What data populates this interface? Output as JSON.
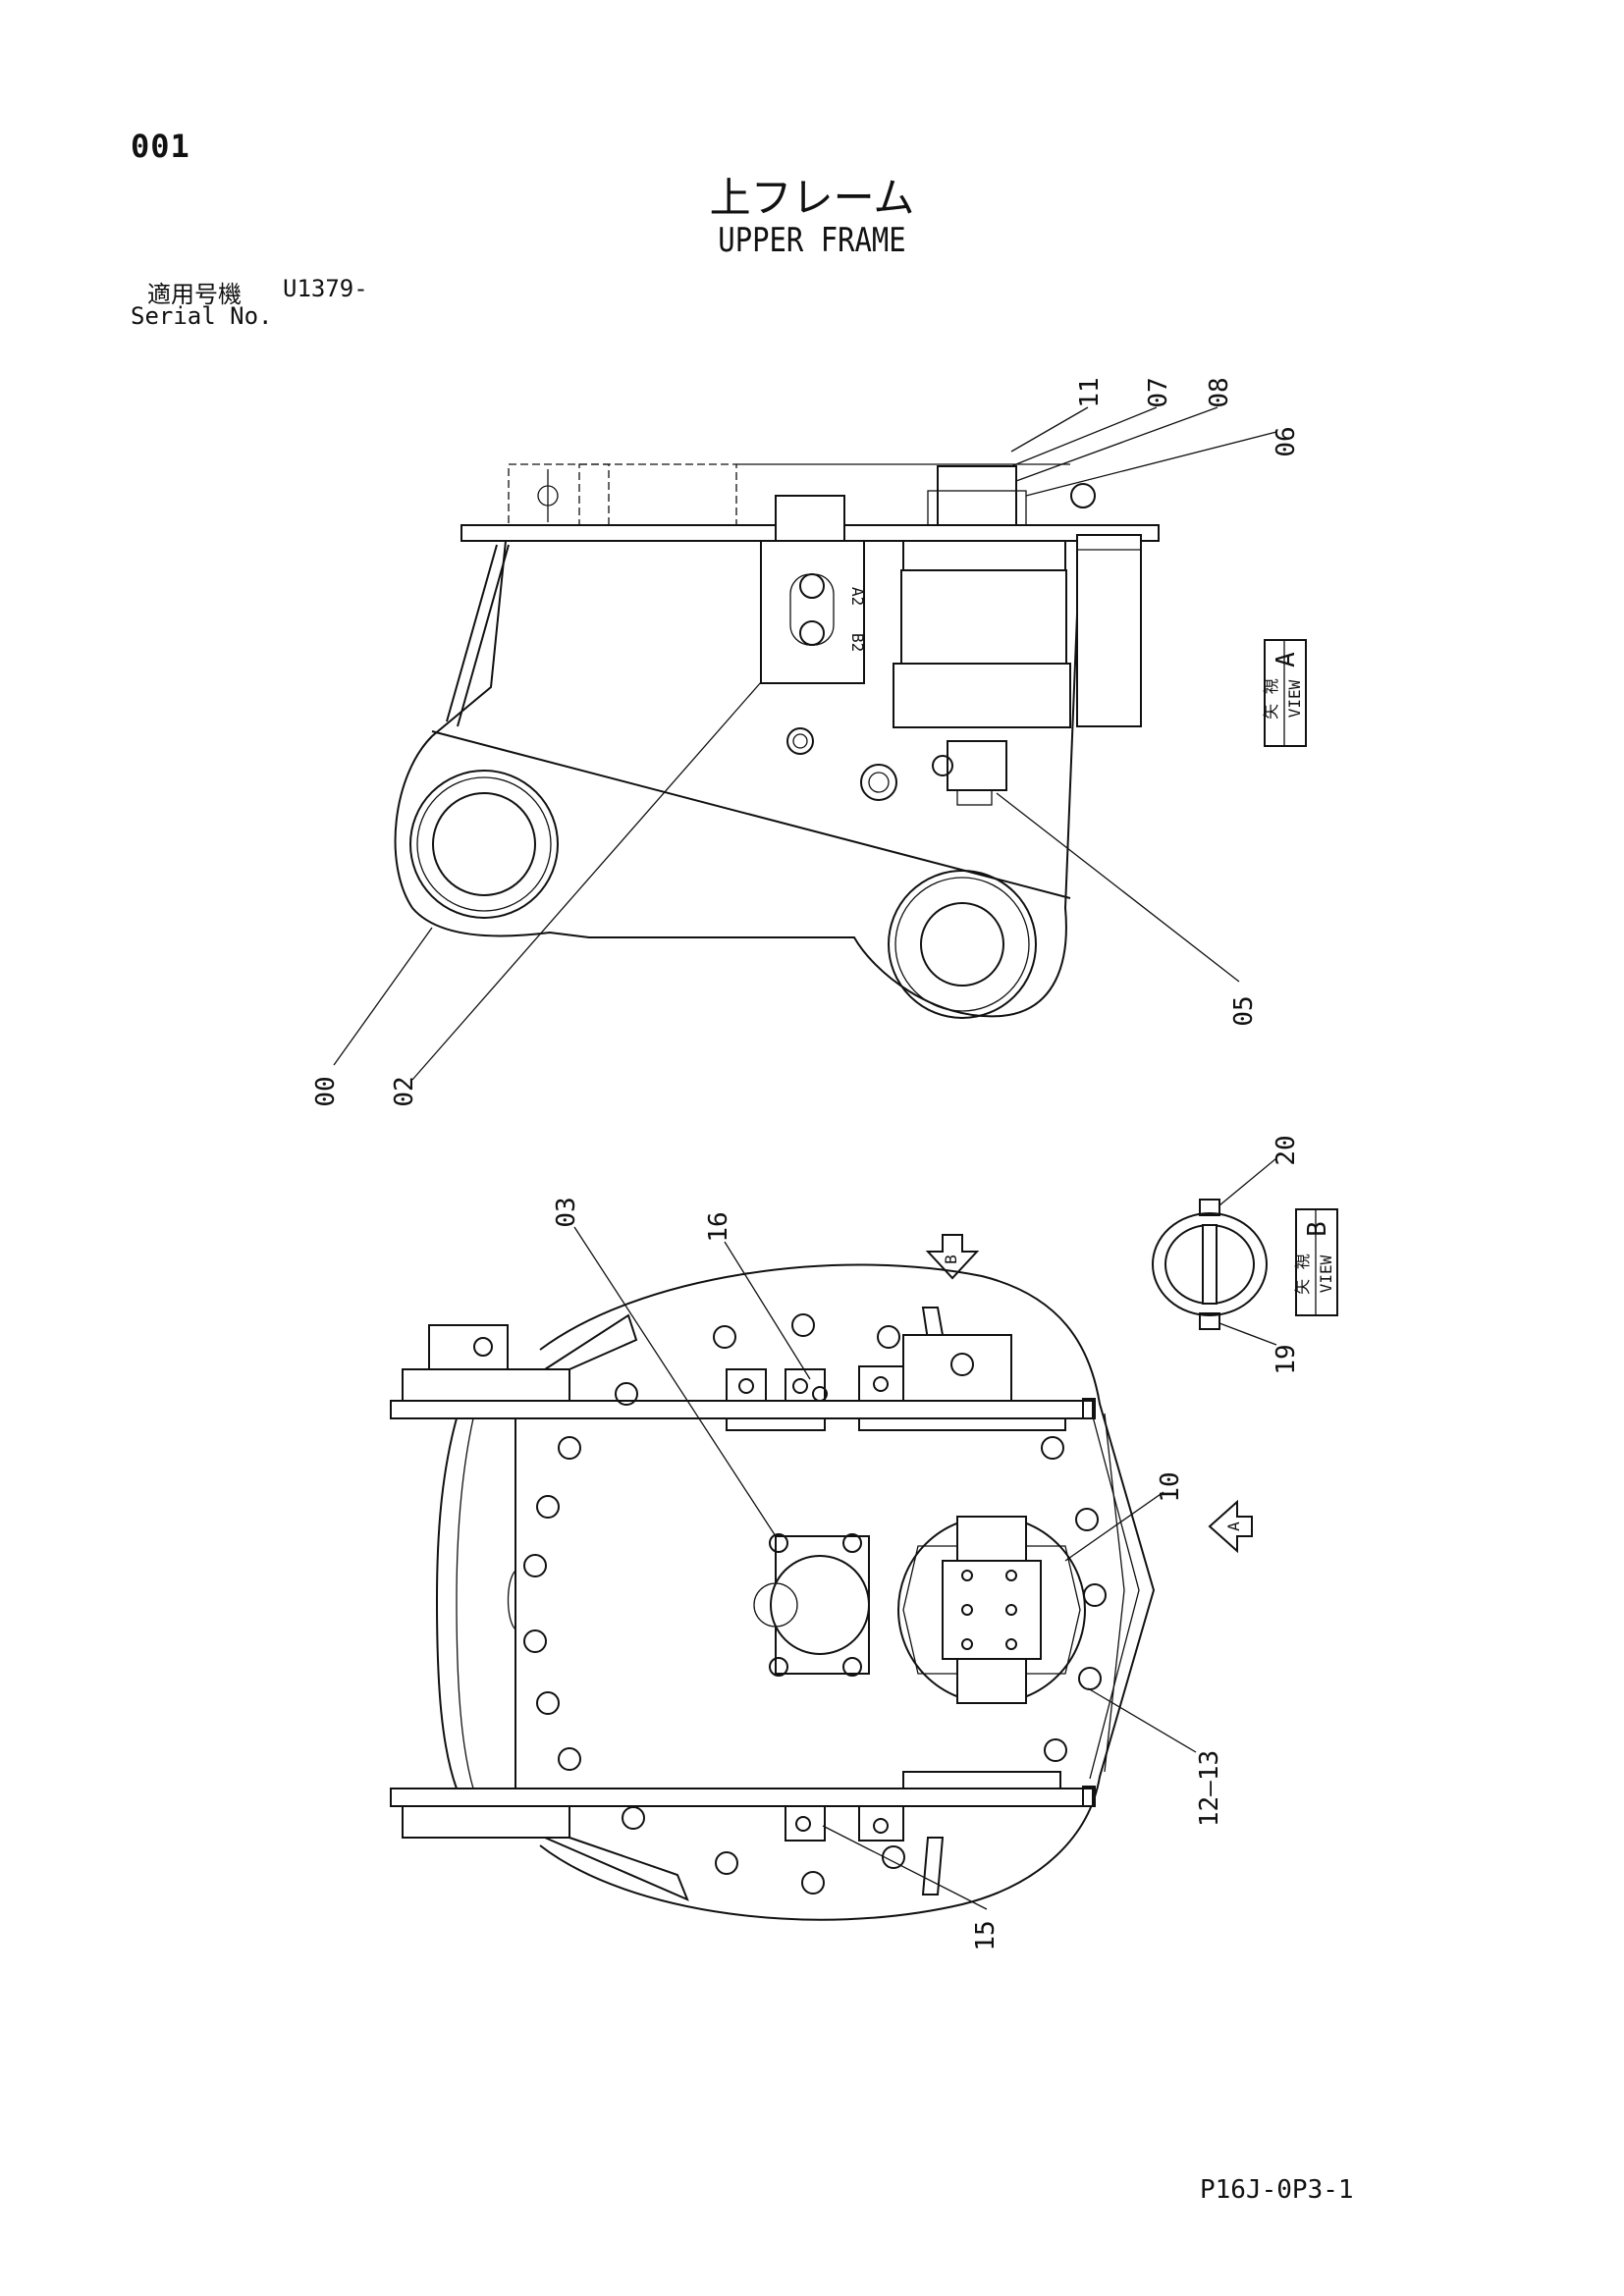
{
  "header": {
    "page_number": "001",
    "title_jp": "上フレーム",
    "title_en": "UPPER FRAME",
    "serial_label_jp": "適用号機",
    "serial_value": "U1379-",
    "serial_label_en": "Serial No."
  },
  "footer": {
    "code": "P16J-0P3-1"
  },
  "callouts": {
    "c00": "00",
    "c02": "02",
    "c03": "03",
    "c05": "05",
    "c06": "06",
    "c07": "07",
    "c08": "08",
    "c10": "10",
    "c11": "11",
    "c12_13": "12–13",
    "c15": "15",
    "c16": "16",
    "c19": "19",
    "c20": "20"
  },
  "view_labels": {
    "view_a_letter": "A",
    "view_b_letter": "B",
    "view_word": "VIEW",
    "view_jp": "矢 視",
    "arrow_a": "A",
    "arrow_b": "B"
  },
  "port_labels": {
    "a2": "A2",
    "b2": "B2"
  }
}
